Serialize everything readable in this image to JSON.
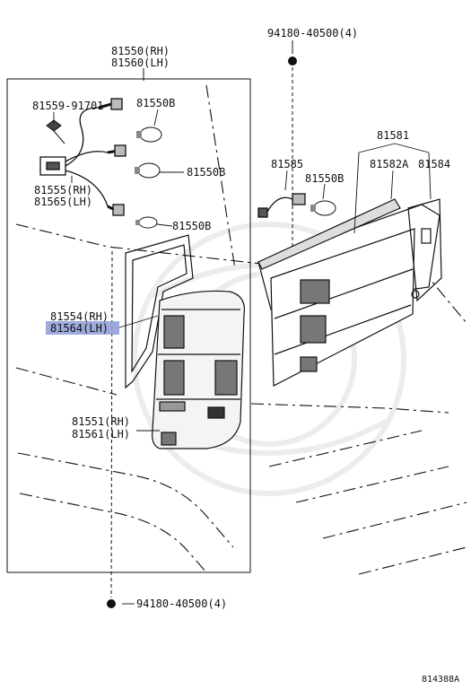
{
  "labels": {
    "housing_rh": "81550(RH)",
    "housing_lh": "81560(LH)",
    "screw_top": "94180-40500(4)",
    "screw_bottom": "94180-40500(4)",
    "clip": "81559-91701",
    "bulb_1": "81550B",
    "bulb_2": "81550B",
    "bulb_3": "81550B",
    "bulb_4": "81550B",
    "socket_rh": "81555(RH)",
    "socket_lh": "81565(LH)",
    "gasket_rh": "81554(RH)",
    "gasket_lh": "81564(LH)",
    "lens_rh": "81551(RH)",
    "lens_lh": "81561(LH)",
    "center_assy": "81581",
    "socket_center": "81585",
    "center_lens": "81582A",
    "center_gasket": "81584",
    "figure_ref": "814388A"
  },
  "highlight": {
    "target": "gasket_lh",
    "color": "#8e9bd6"
  }
}
